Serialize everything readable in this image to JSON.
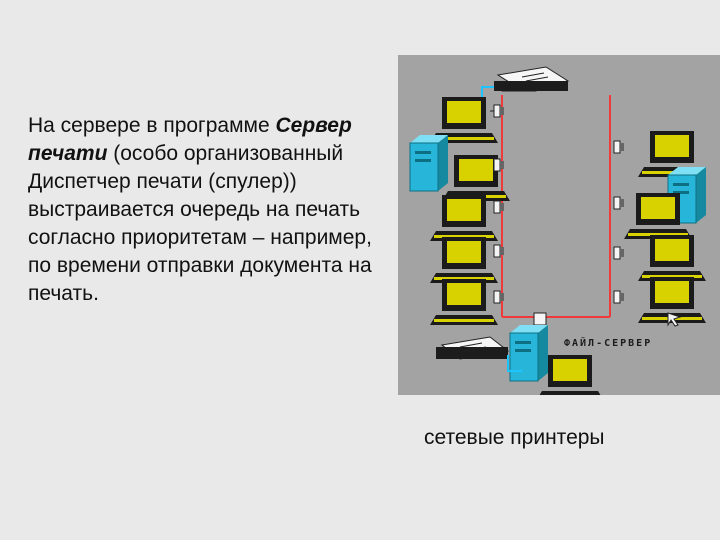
{
  "slide": {
    "paragraph": {
      "part1": "На сервере в программе",
      "emphasis": "Сервер печати",
      "part2": "(особо организованный Диспетчер печати (спулер)) выстраивается очередь на печать согласно приоритетам – например, по времени отправки документа на печать."
    },
    "diagram": {
      "server_label": "ФАЙЛ-СЕРВЕР",
      "colors": {
        "background": "#a3a3a3",
        "network_cable": "#ef3a3a",
        "link_cable": "#1ec4ff",
        "monitor_screen": "#d8d200",
        "system_unit": "#27b5d9"
      }
    },
    "caption": "сетевые принтеры"
  }
}
